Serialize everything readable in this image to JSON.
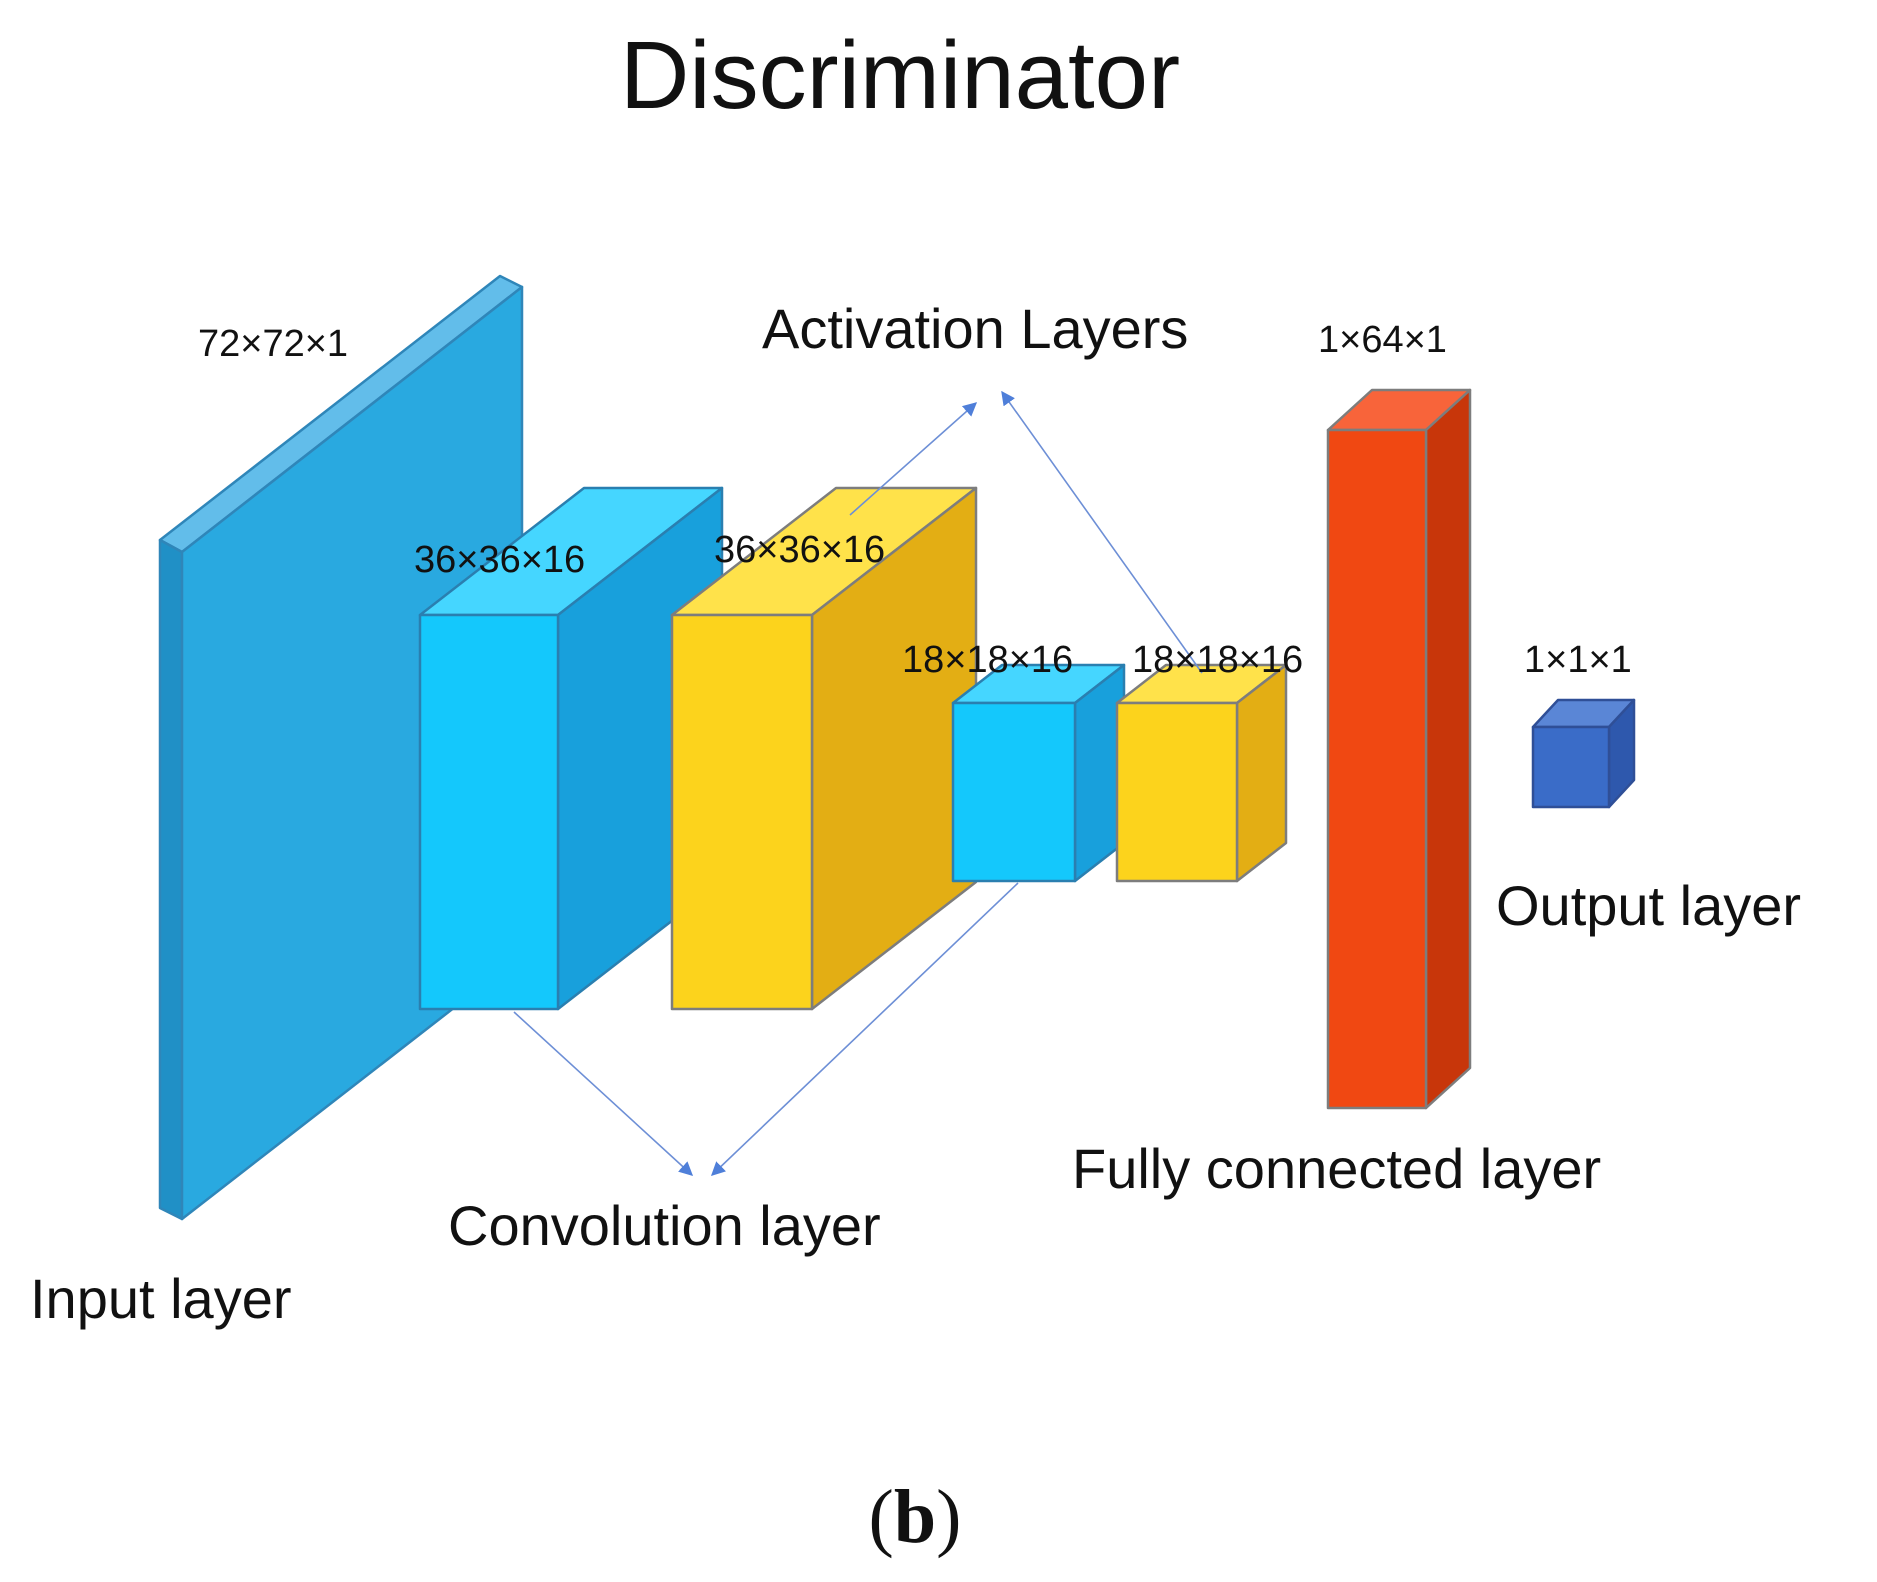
{
  "title": "Discriminator",
  "caption": {
    "open": "(",
    "letter": "b",
    "close": ")"
  },
  "labels": {
    "input_layer": "Input layer",
    "convolution_layer": "Convolution layer",
    "activation_layers": "Activation Layers",
    "fully_connected_layer": "Fully connected layer",
    "output_layer": "Output layer"
  },
  "dimensions": {
    "input": "72×72×1",
    "conv1": "36×36×16",
    "act1": "36×36×16",
    "conv2": "18×18×16",
    "act2": "18×18×16",
    "fc": "1×64×1",
    "output": "1×1×1"
  },
  "colors": {
    "input_layer": "#29a9e0",
    "convolution_layer": "#14c8fc",
    "activation_layer": "#fcd31c",
    "fully_connected_layer": "#f04812",
    "output_layer": "#3a6cc8",
    "arrows": "#6d8fd6"
  }
}
